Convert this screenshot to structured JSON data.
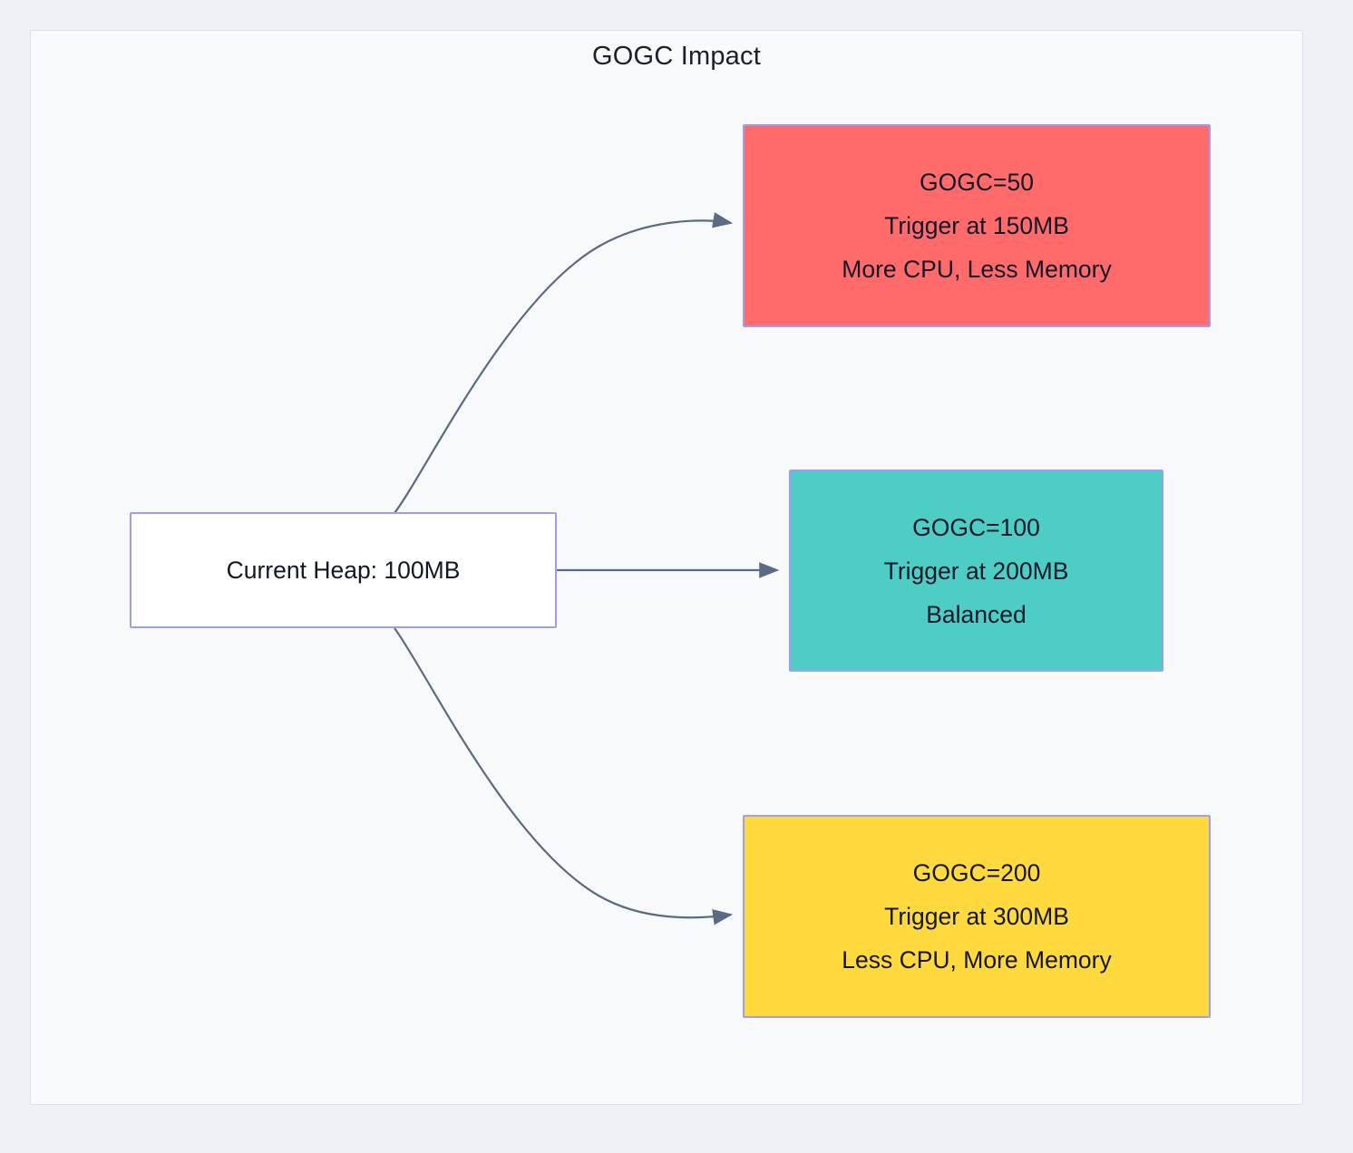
{
  "diagram": {
    "title": "GOGC Impact",
    "type": "flowchart",
    "direction": "left-to-right",
    "colors": {
      "page_background": "#eef1f6",
      "container_background": "#f8f9fb",
      "container_border": "#dbe1ea",
      "node_border": "#9a9ef8",
      "node_text": "#13172a",
      "edge_stroke": "#5b6b84",
      "source_fill": "#ffffff",
      "gogc50_fill": "#ff6b6b",
      "gogc100_fill": "#4ecdc4",
      "gogc200_fill": "#ffd93d"
    },
    "nodes": [
      {
        "id": "source",
        "name": "current-heap",
        "lines": [
          "Current Heap: 100MB"
        ],
        "fill": "#ffffff"
      },
      {
        "id": "gogc50",
        "name": "gogc-50",
        "lines": [
          "GOGC=50",
          "Trigger at 150MB",
          "More CPU, Less Memory"
        ],
        "fill": "#ff6b6b"
      },
      {
        "id": "gogc100",
        "name": "gogc-100",
        "lines": [
          "GOGC=100",
          "Trigger at 200MB",
          "Balanced"
        ],
        "fill": "#4ecdc4"
      },
      {
        "id": "gogc200",
        "name": "gogc-200",
        "lines": [
          "GOGC=200",
          "Trigger at 300MB",
          "Less CPU, More Memory"
        ],
        "fill": "#ffd93d"
      }
    ],
    "edges": [
      {
        "from": "source",
        "to": "gogc50",
        "label": "",
        "style": "curved-up"
      },
      {
        "from": "source",
        "to": "gogc100",
        "label": "",
        "style": "straight"
      },
      {
        "from": "source",
        "to": "gogc200",
        "label": "",
        "style": "curved-down"
      }
    ]
  }
}
